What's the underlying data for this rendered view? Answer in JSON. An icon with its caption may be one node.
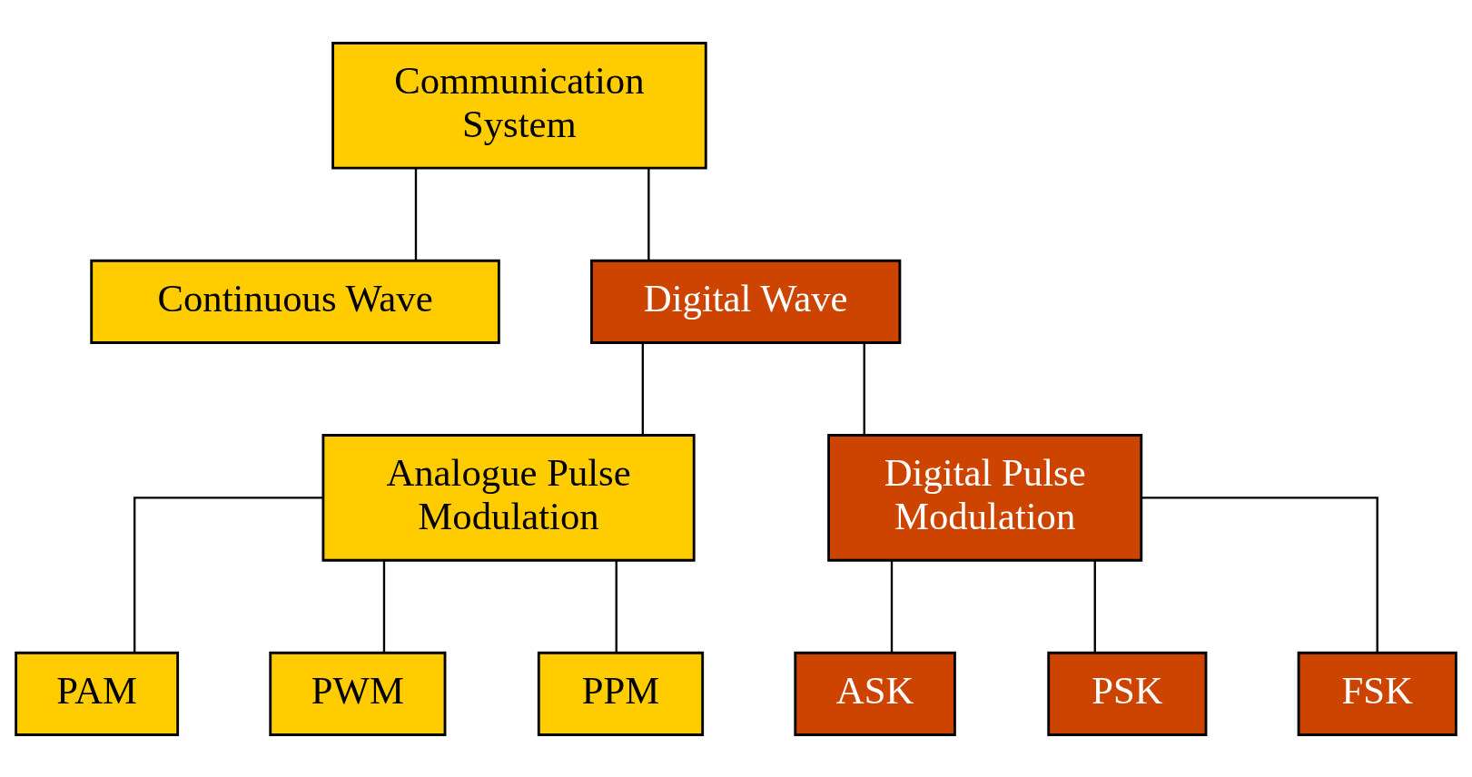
{
  "diagram": {
    "nodes": [
      {
        "text": [
          "Communication System"
        ]
      },
      {
        "text": [
          "Continuous Wave"
        ]
      },
      {
        "text": [
          "Digital Wave"
        ]
      },
      {
        "text": [
          "Analogue Pulse Modulation"
        ]
      },
      {
        "text": [
          "Digital Pulse Modulation"
        ]
      },
      {
        "text": [
          "PAM"
        ]
      },
      {
        "text": [
          "PWM"
        ]
      },
      {
        "text": [
          "PPM"
        ]
      },
      {
        "text": [
          "ASK"
        ]
      },
      {
        "text": [
          "PSK"
        ]
      },
      {
        "text": [
          "FSK"
        ]
      }
    ],
    "edges": [
      {
        "from": 0,
        "to": 1,
        "arrow": "none"
      },
      {
        "from": 0,
        "to": 2,
        "arrow": "none"
      },
      {
        "from": 2,
        "to": 3,
        "arrow": "none"
      },
      {
        "from": 2,
        "to": 4,
        "arrow": "none"
      },
      {
        "from": 3,
        "to": 5,
        "arrow": "none"
      },
      {
        "from": 3,
        "to": 6,
        "arrow": "none"
      },
      {
        "from": 3,
        "to": 7,
        "arrow": "none"
      },
      {
        "from": 4,
        "to": 8,
        "arrow": "none"
      },
      {
        "from": 4,
        "to": 9,
        "arrow": "none"
      },
      {
        "from": 4,
        "to": 10,
        "arrow": "none"
      }
    ]
  }
}
